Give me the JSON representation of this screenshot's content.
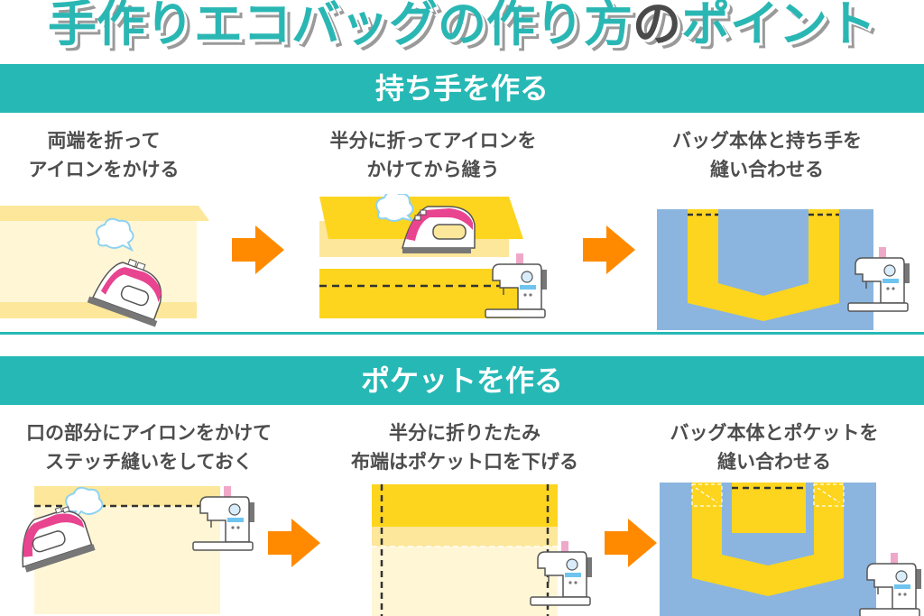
{
  "title": {
    "main": "手作りエコバッグの作り方",
    "particle": "の",
    "tail": "ポイント"
  },
  "colors": {
    "accent": "#26b8b5",
    "arrow": "#ff8a00",
    "fabric_yellow": "#fdd51e",
    "fabric_light": "#fff6d6",
    "fabric_mid": "#fde79a",
    "bag_blue": "#8bb5df",
    "iron_pink": "#e8448f",
    "machine_pink": "#f0a8c8"
  },
  "sections": [
    {
      "heading": "持ち手を作る",
      "steps": [
        {
          "line1": "両端を折って",
          "line2": "アイロンをかける",
          "icons": [
            "iron-icon",
            "steam-icon"
          ]
        },
        {
          "line1": "半分に折ってアイロンを",
          "line2": "かけてから縫う",
          "icons": [
            "iron-icon",
            "steam-icon",
            "sewing-machine-icon"
          ]
        },
        {
          "line1": "バッグ本体と持ち手を",
          "line2": "縫い合わせる",
          "icons": [
            "sewing-machine-icon"
          ]
        }
      ]
    },
    {
      "heading": "ポケットを作る",
      "steps": [
        {
          "line1": "口の部分にアイロンをかけて",
          "line2": "ステッチ縫いをしておく",
          "icons": [
            "iron-icon",
            "steam-icon",
            "sewing-machine-icon"
          ]
        },
        {
          "line1": "半分に折りたたみ",
          "line2": "布端はポケット口を下げる",
          "icons": [
            "sewing-machine-icon"
          ]
        },
        {
          "line1": "バッグ本体とポケットを",
          "line2": "縫い合わせる",
          "icons": [
            "sewing-machine-icon"
          ]
        }
      ]
    }
  ]
}
